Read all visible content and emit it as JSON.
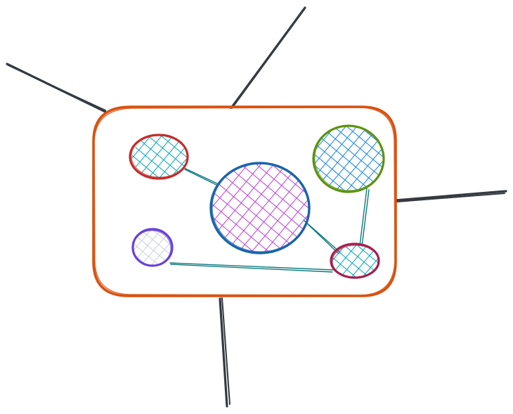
{
  "colors": {
    "background": "#ffffff",
    "container_stroke": "#d9510f",
    "antenna_stroke": "#343a40",
    "connector_stroke": "#0c7a7e"
  },
  "container": {
    "shape": "rounded-rectangle"
  },
  "antennas": [
    {
      "name": "antenna-left"
    },
    {
      "name": "antenna-top"
    },
    {
      "name": "antenna-right"
    },
    {
      "name": "antenna-bottom"
    }
  ],
  "nodes": [
    {
      "name": "node-red-cyan",
      "stroke": "#c92a2a",
      "hatch": "#15aabf"
    },
    {
      "name": "node-green-blue",
      "stroke": "#5c940d",
      "hatch": "#228be6"
    },
    {
      "name": "node-blue-magenta",
      "stroke": "#1864ab",
      "hatch": "#be4bdb"
    },
    {
      "name": "node-purple-gray",
      "stroke": "#6741d9",
      "hatch": "#ced4da"
    },
    {
      "name": "node-crimson-cyan",
      "stroke": "#a61e4d",
      "hatch": "#15aabf"
    }
  ],
  "connectors": [
    {
      "name": "connector-red-to-center"
    },
    {
      "name": "connector-center-to-crimson"
    },
    {
      "name": "connector-green-to-crimson"
    },
    {
      "name": "connector-purple-to-crimson"
    }
  ]
}
